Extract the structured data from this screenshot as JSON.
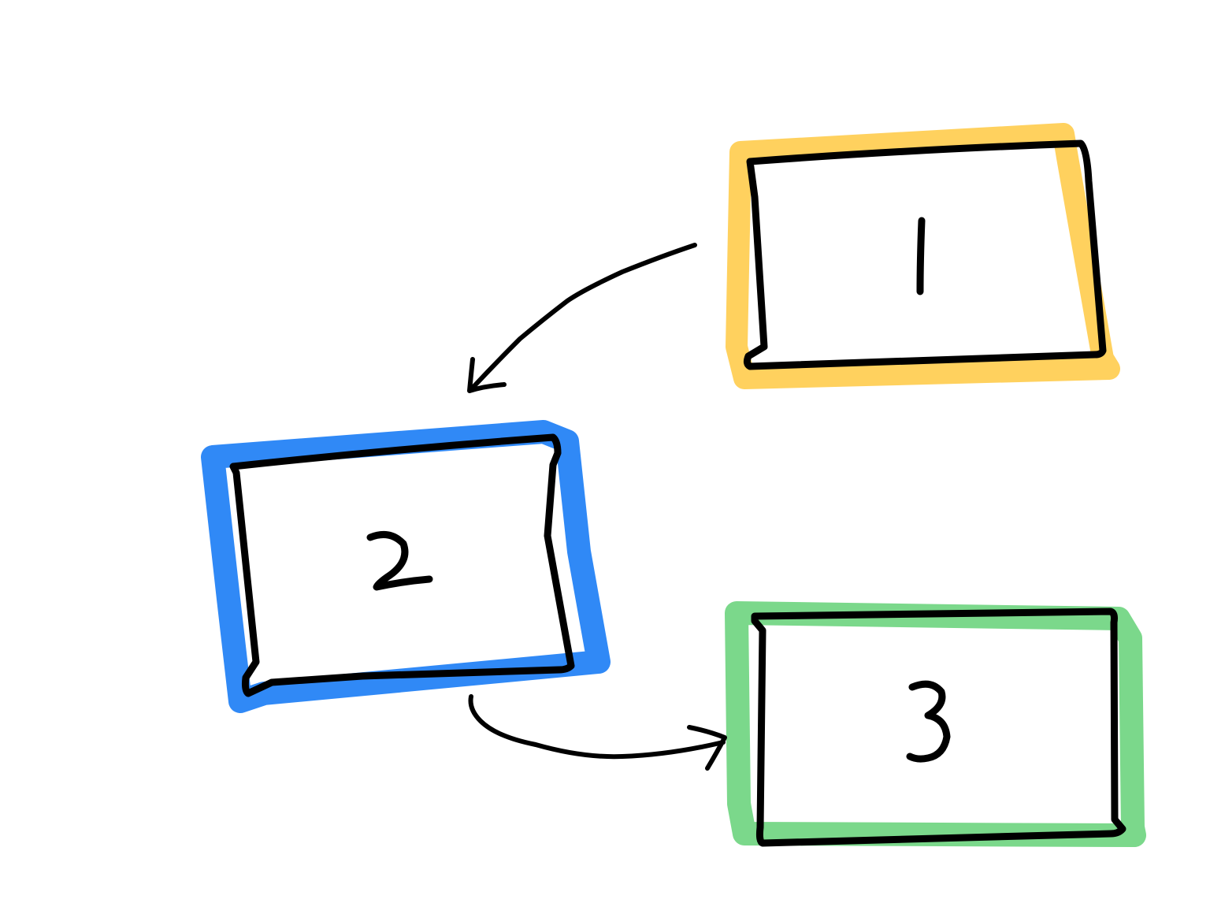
{
  "diagram": {
    "boxes": [
      {
        "id": "box-1",
        "label": "1",
        "color": "#FFCC4D"
      },
      {
        "id": "box-2",
        "label": "2",
        "color": "#1A7CF5"
      },
      {
        "id": "box-3",
        "label": "3",
        "color": "#6DD47E"
      }
    ],
    "arrows": [
      {
        "from": "1",
        "to": "2"
      },
      {
        "from": "2",
        "to": "3"
      }
    ],
    "outline_color": "#000000",
    "background": "#FFFFFF"
  }
}
